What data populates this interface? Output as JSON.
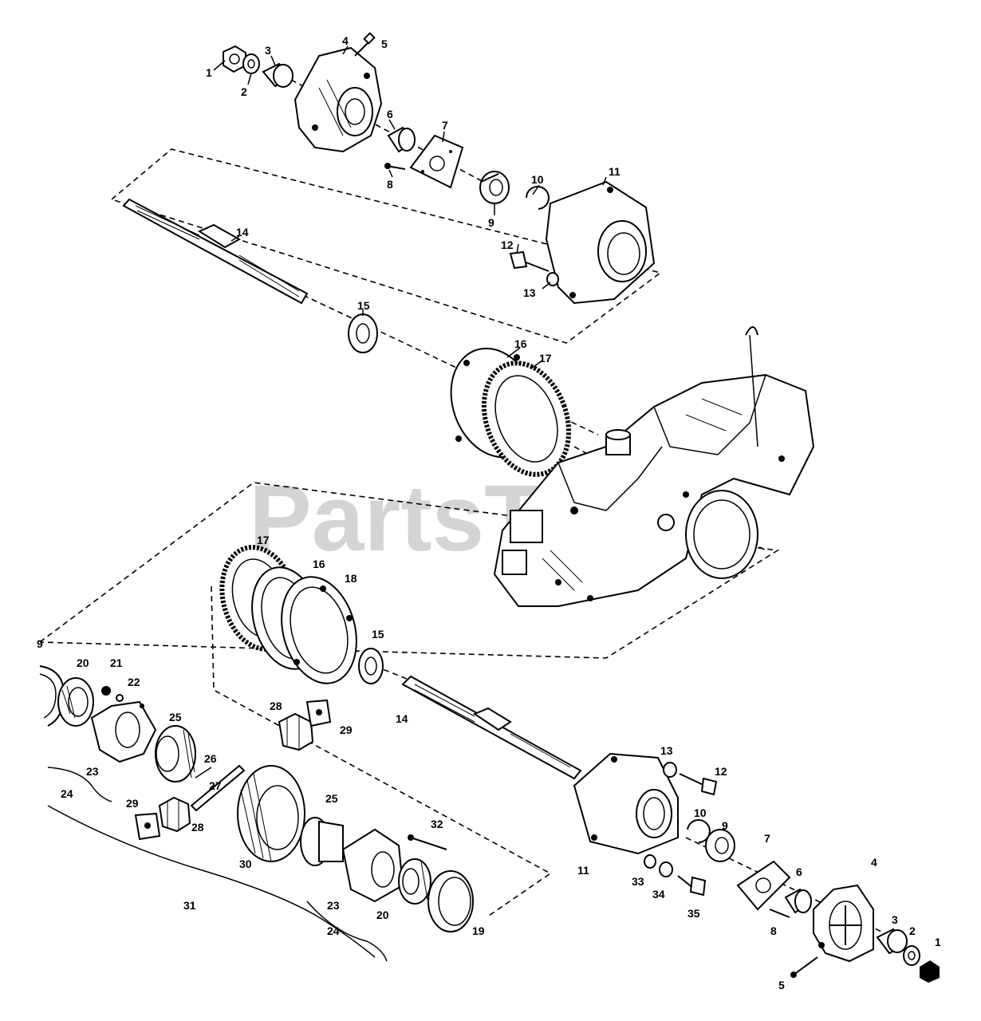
{
  "watermark": "PartsTree",
  "labels": {
    "u1": "1",
    "u2": "2",
    "u3": "3",
    "u4": "4",
    "u5": "5",
    "u6": "6",
    "u7": "7",
    "u8": "8",
    "u9": "9",
    "u10": "10",
    "u11": "11",
    "u12": "12",
    "u13": "13",
    "u14": "14",
    "u15": "15",
    "u16": "16",
    "u17": "17",
    "m17": "17",
    "m16": "16",
    "m18": "18",
    "m15": "15",
    "m9": "9",
    "m20": "20",
    "m21": "21",
    "m22": "22",
    "m28": "28",
    "m29": "29",
    "m14": "14",
    "m25": "25",
    "m26": "26",
    "m23": "23",
    "m24": "24",
    "m27": "27",
    "m13": "13",
    "m12": "12",
    "l29": "29",
    "l28": "28",
    "l30": "30",
    "l25": "25",
    "l32": "32",
    "l31": "31",
    "l23": "23",
    "l24": "24",
    "l20": "20",
    "l19": "19",
    "l11": "11",
    "l10": "10",
    "l9": "9",
    "l7": "7",
    "l33": "33",
    "l34": "34",
    "l35": "35",
    "l6": "6",
    "l8": "8",
    "l4": "4",
    "l3": "3",
    "l2": "2",
    "l1": "1",
    "l5": "5"
  }
}
